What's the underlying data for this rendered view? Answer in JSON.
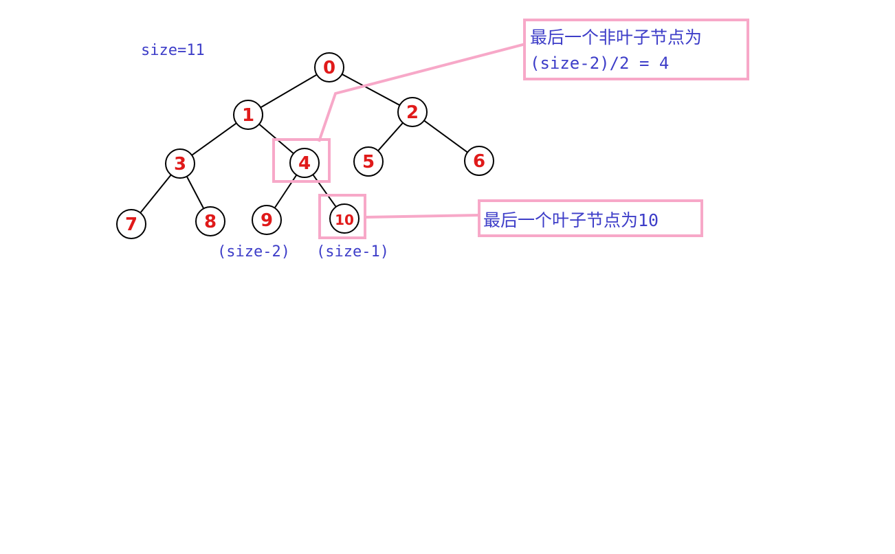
{
  "size_label": "size=11",
  "nodes": [
    {
      "id": 0,
      "label": "0"
    },
    {
      "id": 1,
      "label": "1"
    },
    {
      "id": 2,
      "label": "2"
    },
    {
      "id": 3,
      "label": "3"
    },
    {
      "id": 4,
      "label": "4"
    },
    {
      "id": 5,
      "label": "5"
    },
    {
      "id": 6,
      "label": "6"
    },
    {
      "id": 7,
      "label": "7"
    },
    {
      "id": 8,
      "label": "8"
    },
    {
      "id": 9,
      "label": "9"
    },
    {
      "id": 10,
      "label": "10"
    }
  ],
  "edges": [
    [
      0,
      1
    ],
    [
      0,
      2
    ],
    [
      1,
      3
    ],
    [
      1,
      4
    ],
    [
      2,
      5
    ],
    [
      2,
      6
    ],
    [
      3,
      7
    ],
    [
      3,
      8
    ],
    [
      4,
      9
    ],
    [
      4,
      10
    ]
  ],
  "index_labels": {
    "size_minus_2": "(size-2)",
    "size_minus_1": "(size-1)"
  },
  "callouts": {
    "last_non_leaf_line1": "最后一个非叶子节点为",
    "last_non_leaf_line2": "(size-2)/2 = 4",
    "last_leaf": "最后一个叶子节点为10"
  },
  "colors": {
    "node_label": "#e01a1a",
    "annotation_text": "#3d3dc8",
    "highlight": "#f7a8c8",
    "edge": "#000000"
  }
}
